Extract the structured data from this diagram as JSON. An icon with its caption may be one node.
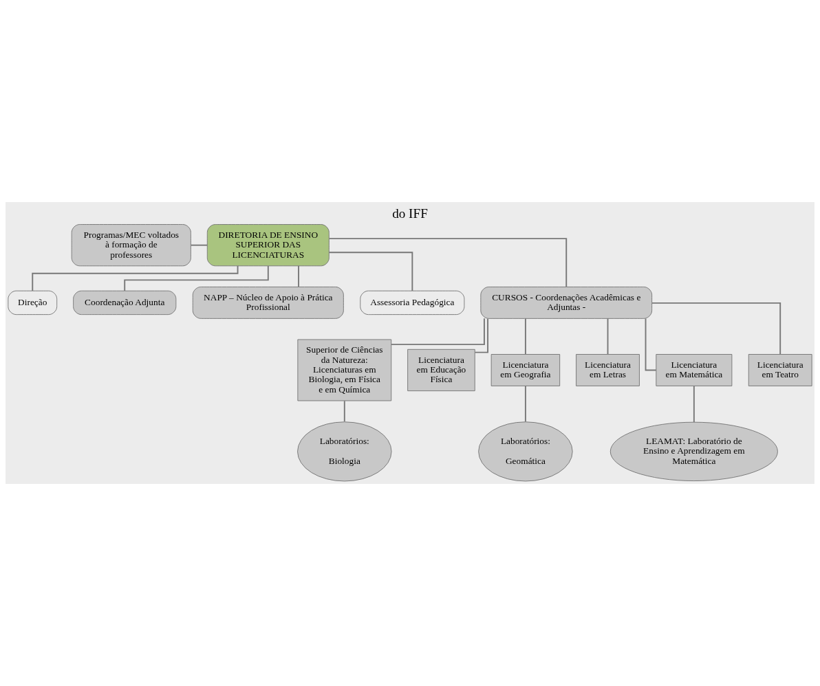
{
  "diagram": {
    "title": "do IFF",
    "nodes": [
      {
        "text": [
          "DIRETORIA DE ENSINO SUPERIOR DAS LICENCIATURAS"
        ]
      },
      {
        "text": [
          "Programas/MEC voltados à formação de professores"
        ]
      },
      {
        "text": [
          "Direção"
        ]
      },
      {
        "text": [
          "Coordenação Adjunta"
        ]
      },
      {
        "text": [
          "NAPP – Núcleo de Apoio à Prática Profissional"
        ]
      },
      {
        "text": [
          "Assessoria Pedagógica"
        ]
      },
      {
        "text": [
          "CURSOS - Coordenações Acadêmicas e Adjuntas -"
        ]
      },
      {
        "text": [
          "Superior de Ciências da Natureza: Licenciaturas em Biologia, em Física e em Química"
        ]
      },
      {
        "text": [
          "Licenciatura em Educação Física"
        ]
      },
      {
        "text": [
          "Licenciatura em Geografia"
        ]
      },
      {
        "text": [
          "Licenciatura em Letras"
        ]
      },
      {
        "text": [
          "Licenciatura em Matemática"
        ]
      },
      {
        "text": [
          "Licenciatura em Teatro"
        ]
      },
      {
        "text": [
          "Laboratórios:",
          "Biologia"
        ]
      },
      {
        "text": [
          "Laboratórios:",
          "Geomática"
        ]
      },
      {
        "text": [
          "LEAMAT: Laboratório de Ensino e Aprendizagem em Matemática"
        ]
      }
    ],
    "edges": [
      {
        "from": 1,
        "to": 0,
        "arrow": "none"
      },
      {
        "from": 0,
        "to": 2,
        "arrow": "none"
      },
      {
        "from": 0,
        "to": 3,
        "arrow": "none"
      },
      {
        "from": 0,
        "to": 4,
        "arrow": "none"
      },
      {
        "from": 0,
        "to": 5,
        "arrow": "none"
      },
      {
        "from": 0,
        "to": 6,
        "arrow": "none"
      },
      {
        "from": 6,
        "to": 7,
        "arrow": "none"
      },
      {
        "from": 6,
        "to": 8,
        "arrow": "none"
      },
      {
        "from": 6,
        "to": 9,
        "arrow": "none"
      },
      {
        "from": 6,
        "to": 10,
        "arrow": "none"
      },
      {
        "from": 6,
        "to": 11,
        "arrow": "none"
      },
      {
        "from": 6,
        "to": 12,
        "arrow": "none"
      },
      {
        "from": 7,
        "to": 13,
        "arrow": "none"
      },
      {
        "from": 9,
        "to": 14,
        "arrow": "none"
      },
      {
        "from": 11,
        "to": 15,
        "arrow": "none"
      }
    ]
  }
}
